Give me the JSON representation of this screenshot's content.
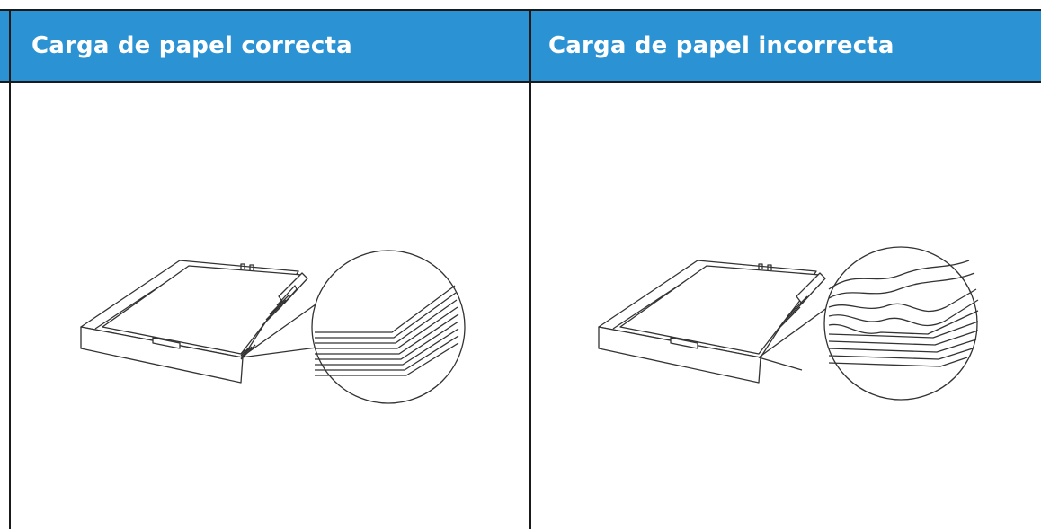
{
  "table": {
    "headers": [
      {
        "label": "Carga de papel correcta"
      },
      {
        "label": "Carga de papel incorrecta"
      }
    ]
  },
  "illustrations": [
    {
      "icon": "paper-tray-correct-loading-icon",
      "state": "correct"
    },
    {
      "icon": "paper-tray-incorrect-loading-icon",
      "state": "incorrect"
    }
  ],
  "colors": {
    "header_bg": "#2b92d4",
    "header_text": "#ffffff",
    "border": "#1a1a1a",
    "line_art": "#333333"
  }
}
